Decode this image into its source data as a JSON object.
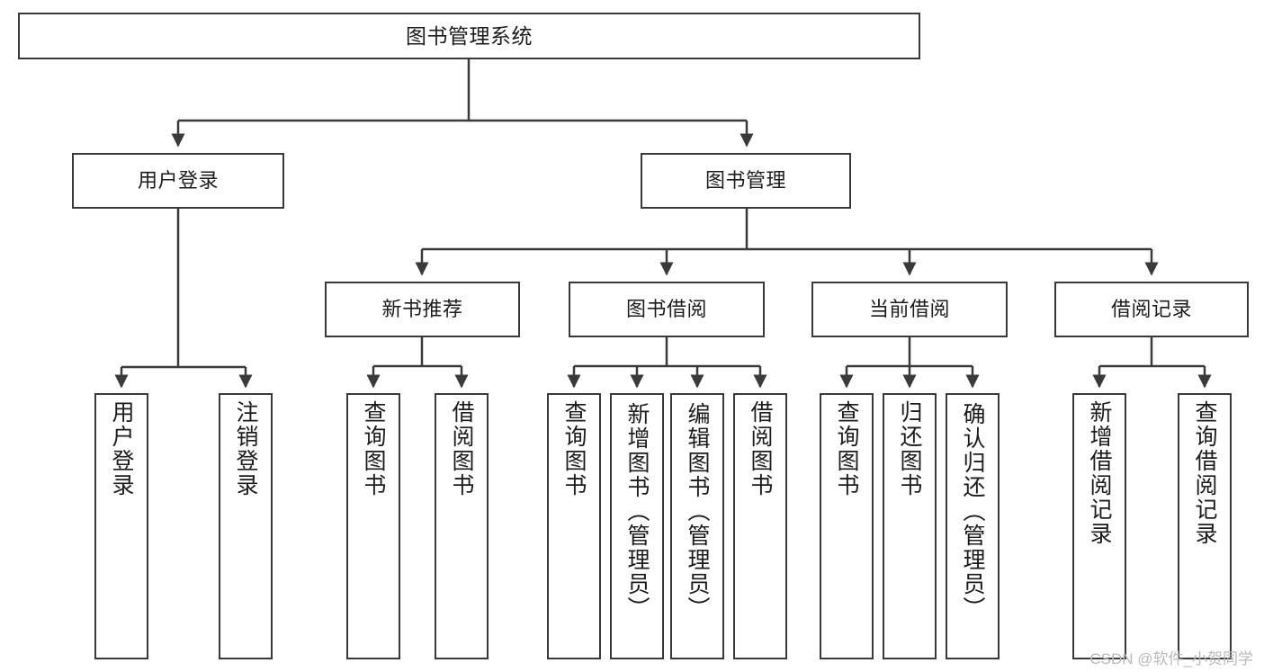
{
  "diagram": {
    "title": "图书管理系统",
    "watermark": "CSDN @软件_小贺同学",
    "line_color": "#3a3a3a",
    "box_fill": "#ffffff",
    "text_color": "#1c1c1c",
    "watermark_color": "#b9b9b9"
  },
  "nodes": {
    "root": {
      "label": "图书管理系统"
    },
    "level2": [
      {
        "label": "用户登录"
      },
      {
        "label": "图书管理"
      }
    ],
    "level3": [
      {
        "label": "新书推荐"
      },
      {
        "label": "图书借阅"
      },
      {
        "label": "当前借阅"
      },
      {
        "label": "借阅记录"
      }
    ],
    "user_login_children": [
      {
        "label": "用户登录"
      },
      {
        "label": "注销登录"
      }
    ],
    "new_book_children": [
      {
        "label": "查询图书"
      },
      {
        "label": "借阅图书"
      }
    ],
    "borrow_children": [
      {
        "label": "查询图书"
      },
      {
        "label": "新增图书（管理员）"
      },
      {
        "label": "编辑图书（管理员）"
      },
      {
        "label": "借阅图书"
      }
    ],
    "current_borrow_children": [
      {
        "label": "查询图书"
      },
      {
        "label": "归还图书"
      },
      {
        "label": "确认归还（管理员）"
      }
    ],
    "record_children": [
      {
        "label": "新增借阅记录"
      },
      {
        "label": "查询借阅记录"
      }
    ]
  }
}
